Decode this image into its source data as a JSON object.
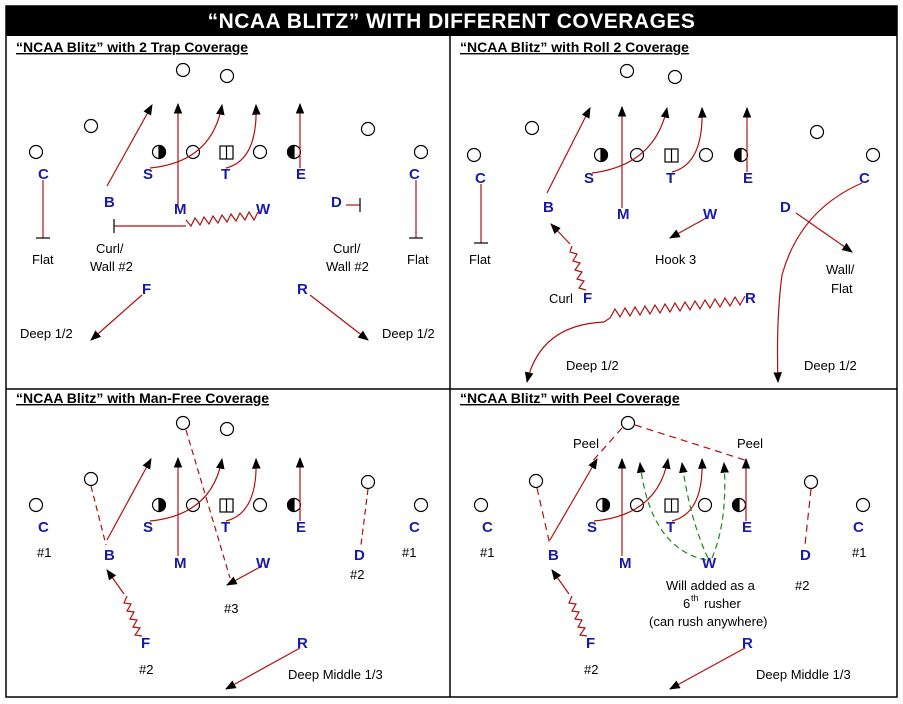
{
  "title": "“NCAA BLITZ” WITH DIFFERENT COVERAGES",
  "colors": {
    "route": "#b01010",
    "green": "#1a8a1a",
    "label": "#1a1aa8",
    "ink": "#000000"
  },
  "panels": [
    {
      "heading": "“NCAA Blitz” with 2 Trap Coverage",
      "labels": {
        "C1": "C",
        "B": "B",
        "S": "S",
        "M": "M",
        "T": "T",
        "W": "W",
        "E": "E",
        "D": "D",
        "C2": "C",
        "F": "F",
        "R": "R"
      },
      "notes": [
        "Flat",
        "Curl/",
        "Wall #2",
        "Curl/",
        "Wall #2",
        "Flat",
        "Deep 1/2",
        "Deep 1/2"
      ]
    },
    {
      "heading": "“NCAA Blitz” with Roll 2 Coverage",
      "labels": {
        "C1": "C",
        "B": "B",
        "S": "S",
        "M": "M",
        "T": "T",
        "W": "W",
        "E": "E",
        "D": "D",
        "C2": "C",
        "F": "F",
        "R": "R"
      },
      "notes": [
        "Flat",
        "Hook 3",
        "Wall/",
        "Flat",
        "Curl",
        "Deep 1/2",
        "Deep 1/2"
      ]
    },
    {
      "heading": "“NCAA Blitz” with Man-Free Coverage",
      "labels": {
        "C1": "C",
        "B": "B",
        "S": "S",
        "M": "M",
        "T": "T",
        "W": "W",
        "E": "E",
        "D": "D",
        "C2": "C",
        "F": "F",
        "R": "R"
      },
      "notes": [
        "#1",
        "#1",
        "#2",
        "#3",
        "#2",
        "Deep Middle 1/3"
      ]
    },
    {
      "heading": "“NCAA Blitz” with Peel Coverage",
      "labels": {
        "C1": "C",
        "B": "B",
        "S": "S",
        "M": "M",
        "T": "T",
        "W": "W",
        "E": "E",
        "D": "D",
        "C2": "C",
        "F": "F",
        "R": "R"
      },
      "notes": [
        "Peel",
        "Peel",
        "#1",
        "#1",
        "Will added as a",
        "6",
        "th",
        "rusher",
        "(can rush anywhere)",
        "#2",
        "#2",
        "Deep Middle 1/3"
      ]
    }
  ]
}
